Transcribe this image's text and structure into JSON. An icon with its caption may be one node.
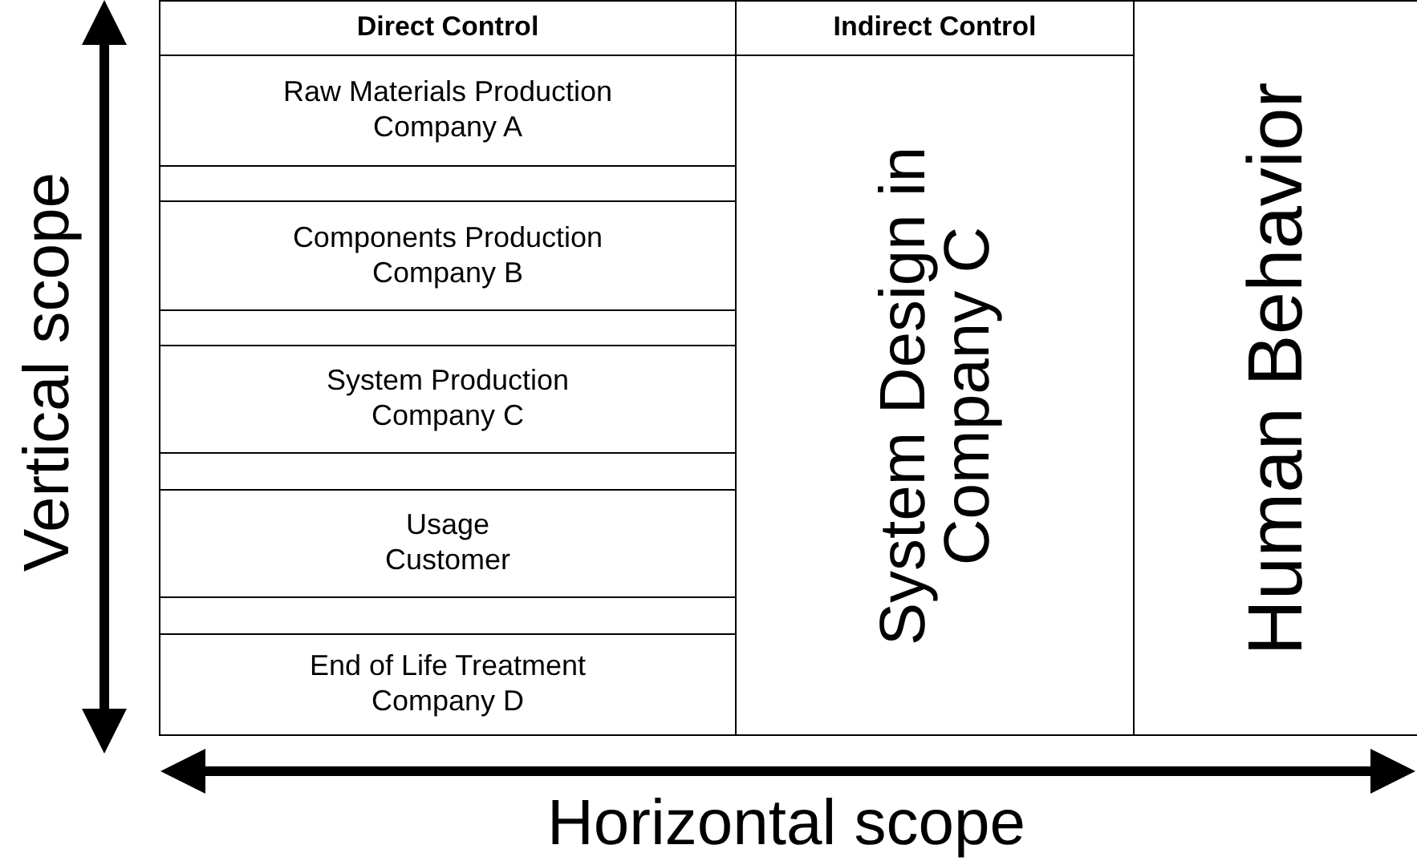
{
  "diagram": {
    "nodes": [
      {
        "text": [
          "Direct Control"
        ]
      },
      {
        "text": [
          "Indirect Control"
        ]
      },
      {
        "text": [
          "Human Behavior"
        ]
      },
      {
        "text": [
          "Raw Materials Production",
          "Company A"
        ]
      },
      {
        "text": [],
        "shape": "box"
      },
      {
        "text": [
          "Components Production",
          "Company B"
        ]
      },
      {
        "text": [],
        "shape": "box"
      },
      {
        "text": [
          "System Production",
          "Company C"
        ]
      },
      {
        "text": [],
        "shape": "box"
      },
      {
        "text": [
          "Usage",
          "Customer"
        ]
      },
      {
        "text": [],
        "shape": "box"
      },
      {
        "text": [
          "End of Life Treatment",
          "Company D"
        ]
      },
      {
        "text": [
          "System Design in Company C"
        ]
      }
    ],
    "labels": [
      "Vertical scope",
      "Horizontal scope"
    ]
  }
}
